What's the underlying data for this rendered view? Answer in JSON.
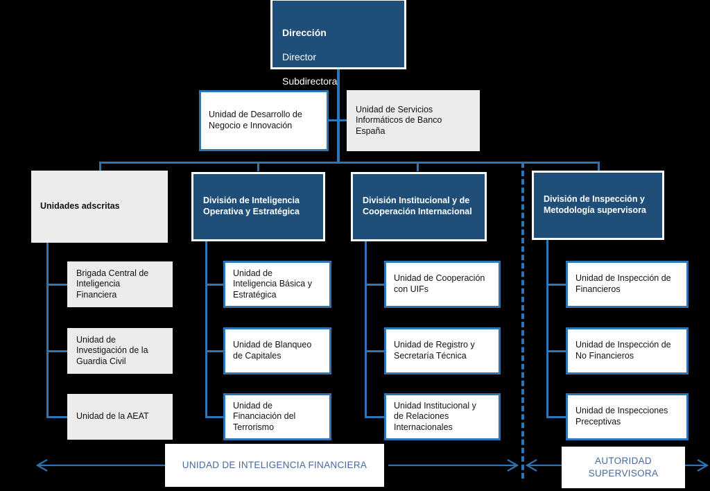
{
  "colors": {
    "background": "#000000",
    "navy_fill": "#1f4e79",
    "grey_fill": "#ececec",
    "white_fill": "#ffffff",
    "connector_blue": "#2e75b6",
    "caption_text": "#44699d",
    "dark_text": "#111111",
    "light_text": "#ffffff"
  },
  "root": {
    "title": "Dirección",
    "line_1": "Director",
    "line_2": "Subdirectora"
  },
  "staff": [
    {
      "label": "Unidad de Desarrollo de\nNegocio e Innovación",
      "style": "white"
    },
    {
      "label": "Unidad de Servicios\nInformáticos de Banco\nEspaña",
      "style": "grey"
    }
  ],
  "columns": [
    {
      "header": "Unidades adscritas",
      "header_style": "grey",
      "leaf_style": "grey",
      "leaves": [
        "Brigada Central de\nInteligencia\nFinanciera",
        "Unidad de\nInvestigación de la\nGuardia Civil",
        "Unidad de la AEAT"
      ]
    },
    {
      "header": "División de Inteligencia\nOperativa y Estratégica",
      "header_style": "navy",
      "leaf_style": "white",
      "leaves": [
        "Unidad de\nInteligencia Básica y\nEstratégica",
        "Unidad de Blanqueo\nde Capitales",
        "Unidad de\nFinanciación del\nTerrorismo"
      ]
    },
    {
      "header": "División Institucional y de\nCooperación Internacional",
      "header_style": "navy",
      "leaf_style": "white",
      "leaves": [
        "Unidad de Cooperación\ncon UIFs",
        "Unidad de Registro y\nSecretaría Técnica",
        "Unidad Institucional y\nde Relaciones\nInternacionales"
      ]
    },
    {
      "header": "División de Inspección y\nMetodología supervisora",
      "header_style": "navy",
      "leaf_style": "white",
      "leaves": [
        "Unidad de Inspección de\nFinancieros",
        "Unidad de Inspección de\nNo Financieros",
        "Unidad de Inspecciones\nPreceptivas"
      ]
    }
  ],
  "footer": {
    "left_caption": "UNIDAD DE INTELIGENCIA  FINANCIERA",
    "right_caption": "AUTORIDAD\nSUPERVISORA"
  }
}
